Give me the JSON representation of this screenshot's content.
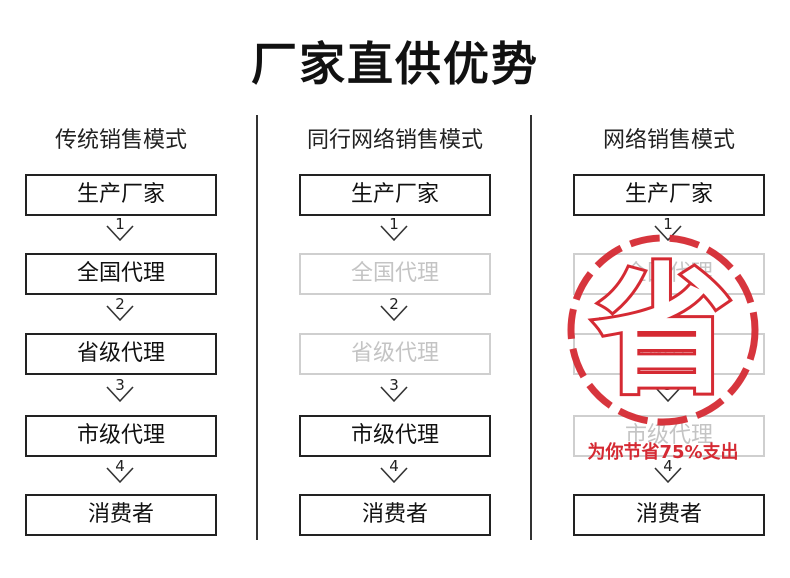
{
  "title": "厂家直供优势",
  "columns": [
    {
      "heading": "传统销售模式",
      "steps": [
        "生产厂家",
        "全国代理",
        "省级代理",
        "市级代理",
        "消费者"
      ],
      "faded": [
        false,
        false,
        false,
        false,
        false
      ],
      "arrows": [
        "1",
        "2",
        "3",
        "4"
      ]
    },
    {
      "heading": "同行网络销售模式",
      "steps": [
        "生产厂家",
        "全国代理",
        "省级代理",
        "市级代理",
        "消费者"
      ],
      "faded": [
        false,
        true,
        true,
        false,
        false
      ],
      "arrows": [
        "1",
        "2",
        "3",
        "4"
      ]
    },
    {
      "heading": "网络销售模式",
      "steps": [
        "生产厂家",
        "全国代理",
        "省级代理",
        "市级代理",
        "消费者"
      ],
      "faded": [
        false,
        true,
        true,
        true,
        false
      ],
      "arrows": [
        "1",
        "2",
        "3",
        "4"
      ]
    }
  ],
  "stamp": {
    "char": "省",
    "caption": "为你节省75%支出",
    "color": "#d52a33"
  }
}
